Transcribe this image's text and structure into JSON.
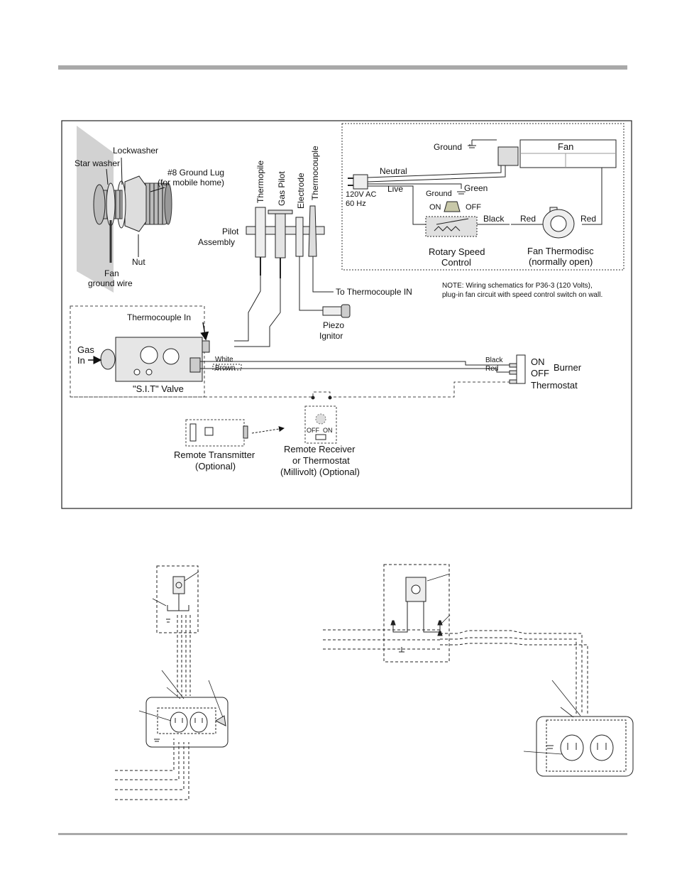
{
  "ground_lug": {
    "lockwasher": "Lockwasher",
    "star_washer": "Star washer",
    "lug_line1": "#8 Ground Lug",
    "lug_line2": "(for mobile home)",
    "nut": "Nut",
    "fan_ground_line1": "Fan",
    "fan_ground_line2": "ground wire"
  },
  "pilot": {
    "thermopile": "Thermopile",
    "gas_pilot": "Gas Pilot",
    "electrode": "Electrode",
    "thermocouple": "Thermocouple",
    "assembly_line1": "Pilot",
    "assembly_line2": "Assembly",
    "to_thermocouple_in": "To Thermocouple IN",
    "piezo_line1": "Piezo",
    "piezo_line2": "Ignitor"
  },
  "fan_circuit": {
    "ground": "Ground",
    "fan": "Fan",
    "neutral": "Neutral",
    "live": "Live",
    "power_line1": "120V AC",
    "power_line2": "60 Hz",
    "ground2": "Ground",
    "green": "Green",
    "on": "ON",
    "off": "OFF",
    "black": "Black",
    "red1": "Red",
    "red2": "Red",
    "speed_line1": "Rotary Speed",
    "speed_line2": "Control",
    "disc_line1": "Fan Thermodisc",
    "disc_line2": "(normally open)",
    "note_line1": "NOTE: Wiring schematics for P36-3 (120 Volts),",
    "note_line2": "plug-in fan circuit with speed control switch on wall."
  },
  "valve": {
    "thermocouple_in": "Thermocouple In",
    "gas_line1": "Gas",
    "gas_line2": "In",
    "white": "White",
    "brown": "Brown",
    "name": "\"S.I.T\" Valve"
  },
  "switch": {
    "black": "Black",
    "red": "Red",
    "on": "ON",
    "off": "OFF",
    "burner": "Burner",
    "thermostat": "Thermostat"
  },
  "remote": {
    "transmitter_line1": "Remote Transmitter",
    "transmitter_line2": "(Optional)",
    "receiver_line1": "Remote Receiver",
    "receiver_line2": "or Thermostat",
    "receiver_line3": "(Millivolt) (Optional)",
    "off": "OFF",
    "on": "ON"
  }
}
